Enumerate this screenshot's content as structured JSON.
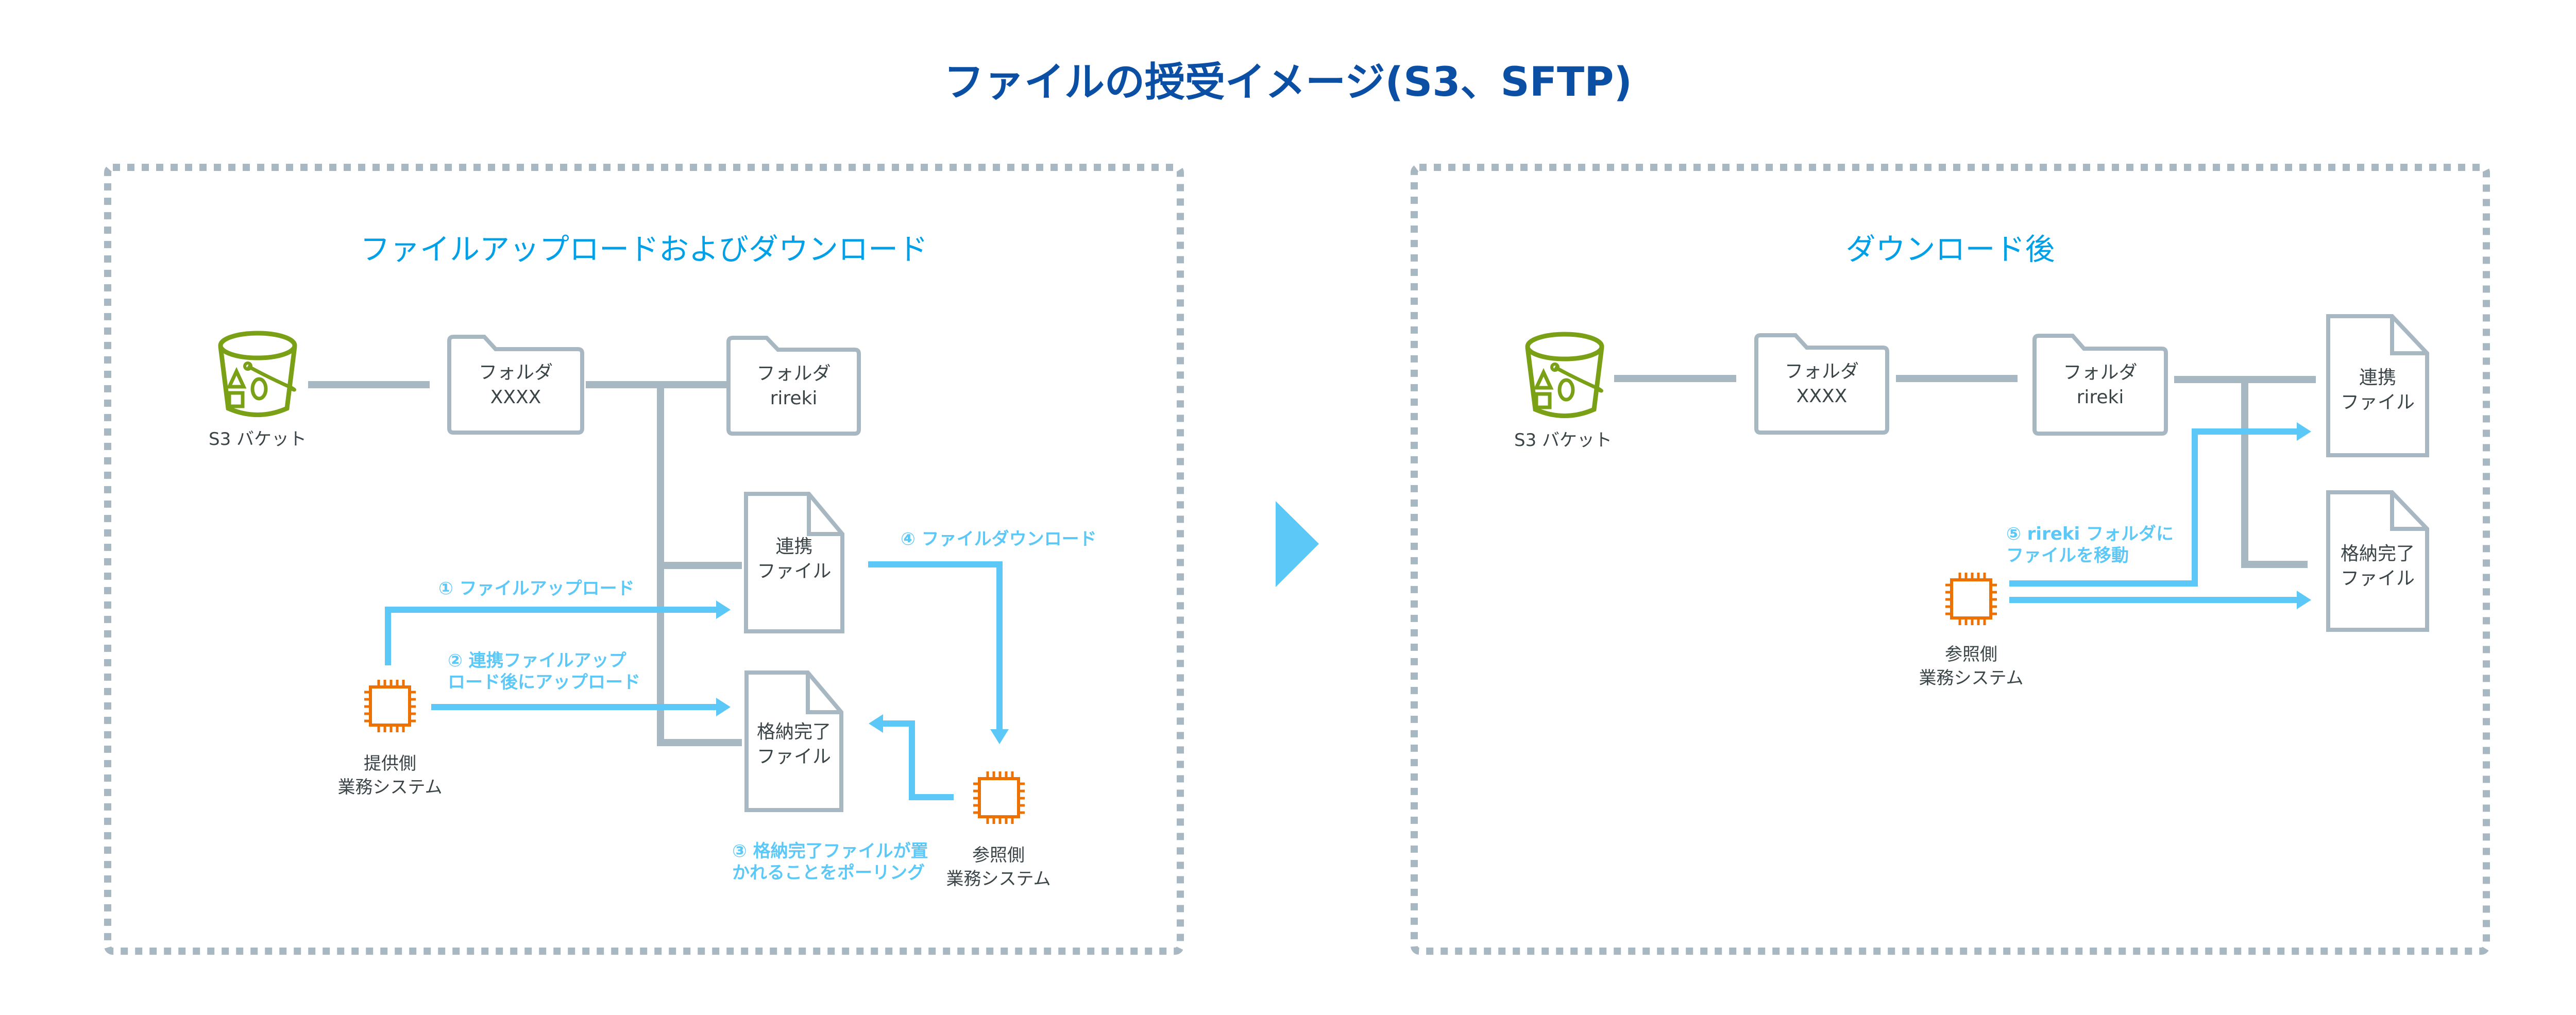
{
  "title": "ファイルの授受イメージ(S3、SFTP)",
  "colors": {
    "title": "#0a4fa3",
    "panel_title": "#00a0e9",
    "flow_arrow": "#5bc8f8",
    "connector": "#a8b8c2",
    "bucket": "#7aa116",
    "compute": "#ed7100",
    "text": "#3b4548"
  },
  "panels": [
    {
      "title": "ファイルアップロードおよびダウンロード",
      "bucket": {
        "icon": "s3-bucket-icon",
        "label": "S3 バケット"
      },
      "folders": [
        {
          "line1": "フォルダ",
          "line2": "XXXX"
        },
        {
          "line1": "フォルダ",
          "line2": "rireki"
        }
      ],
      "files": [
        {
          "line1": "連携",
          "line2": "ファイル"
        },
        {
          "line1": "格納完了",
          "line2": "ファイル"
        }
      ],
      "systems": [
        {
          "icon": "compute-chip-icon",
          "line1": "提供側",
          "line2": "業務システム"
        },
        {
          "icon": "compute-chip-icon",
          "line1": "参照側",
          "line2": "業務システム"
        }
      ],
      "steps": [
        {
          "num": "①",
          "text": "ファイルアップロード"
        },
        {
          "num": "②",
          "text": "連携ファイルアップ",
          "text2": "ロード後にアップロード"
        },
        {
          "num": "③",
          "text": "格納完了ファイルが置",
          "text2": "かれることをポーリング"
        },
        {
          "num": "④",
          "text": "ファイルダウンロード"
        }
      ]
    },
    {
      "title": "ダウンロード後",
      "bucket": {
        "icon": "s3-bucket-icon",
        "label": "S3 バケット"
      },
      "folders": [
        {
          "line1": "フォルダ",
          "line2": "XXXX"
        },
        {
          "line1": "フォルダ",
          "line2": "rireki"
        }
      ],
      "files": [
        {
          "line1": "連携",
          "line2": "ファイル"
        },
        {
          "line1": "格納完了",
          "line2": "ファイル"
        }
      ],
      "systems": [
        {
          "icon": "compute-chip-icon",
          "line1": "参照側",
          "line2": "業務システム"
        }
      ],
      "steps": [
        {
          "num": "⑤",
          "text": "rireki フォルダに",
          "text2": "ファイルを移動"
        }
      ]
    }
  ],
  "transition_arrow": {
    "icon": "right-triangle-icon"
  }
}
